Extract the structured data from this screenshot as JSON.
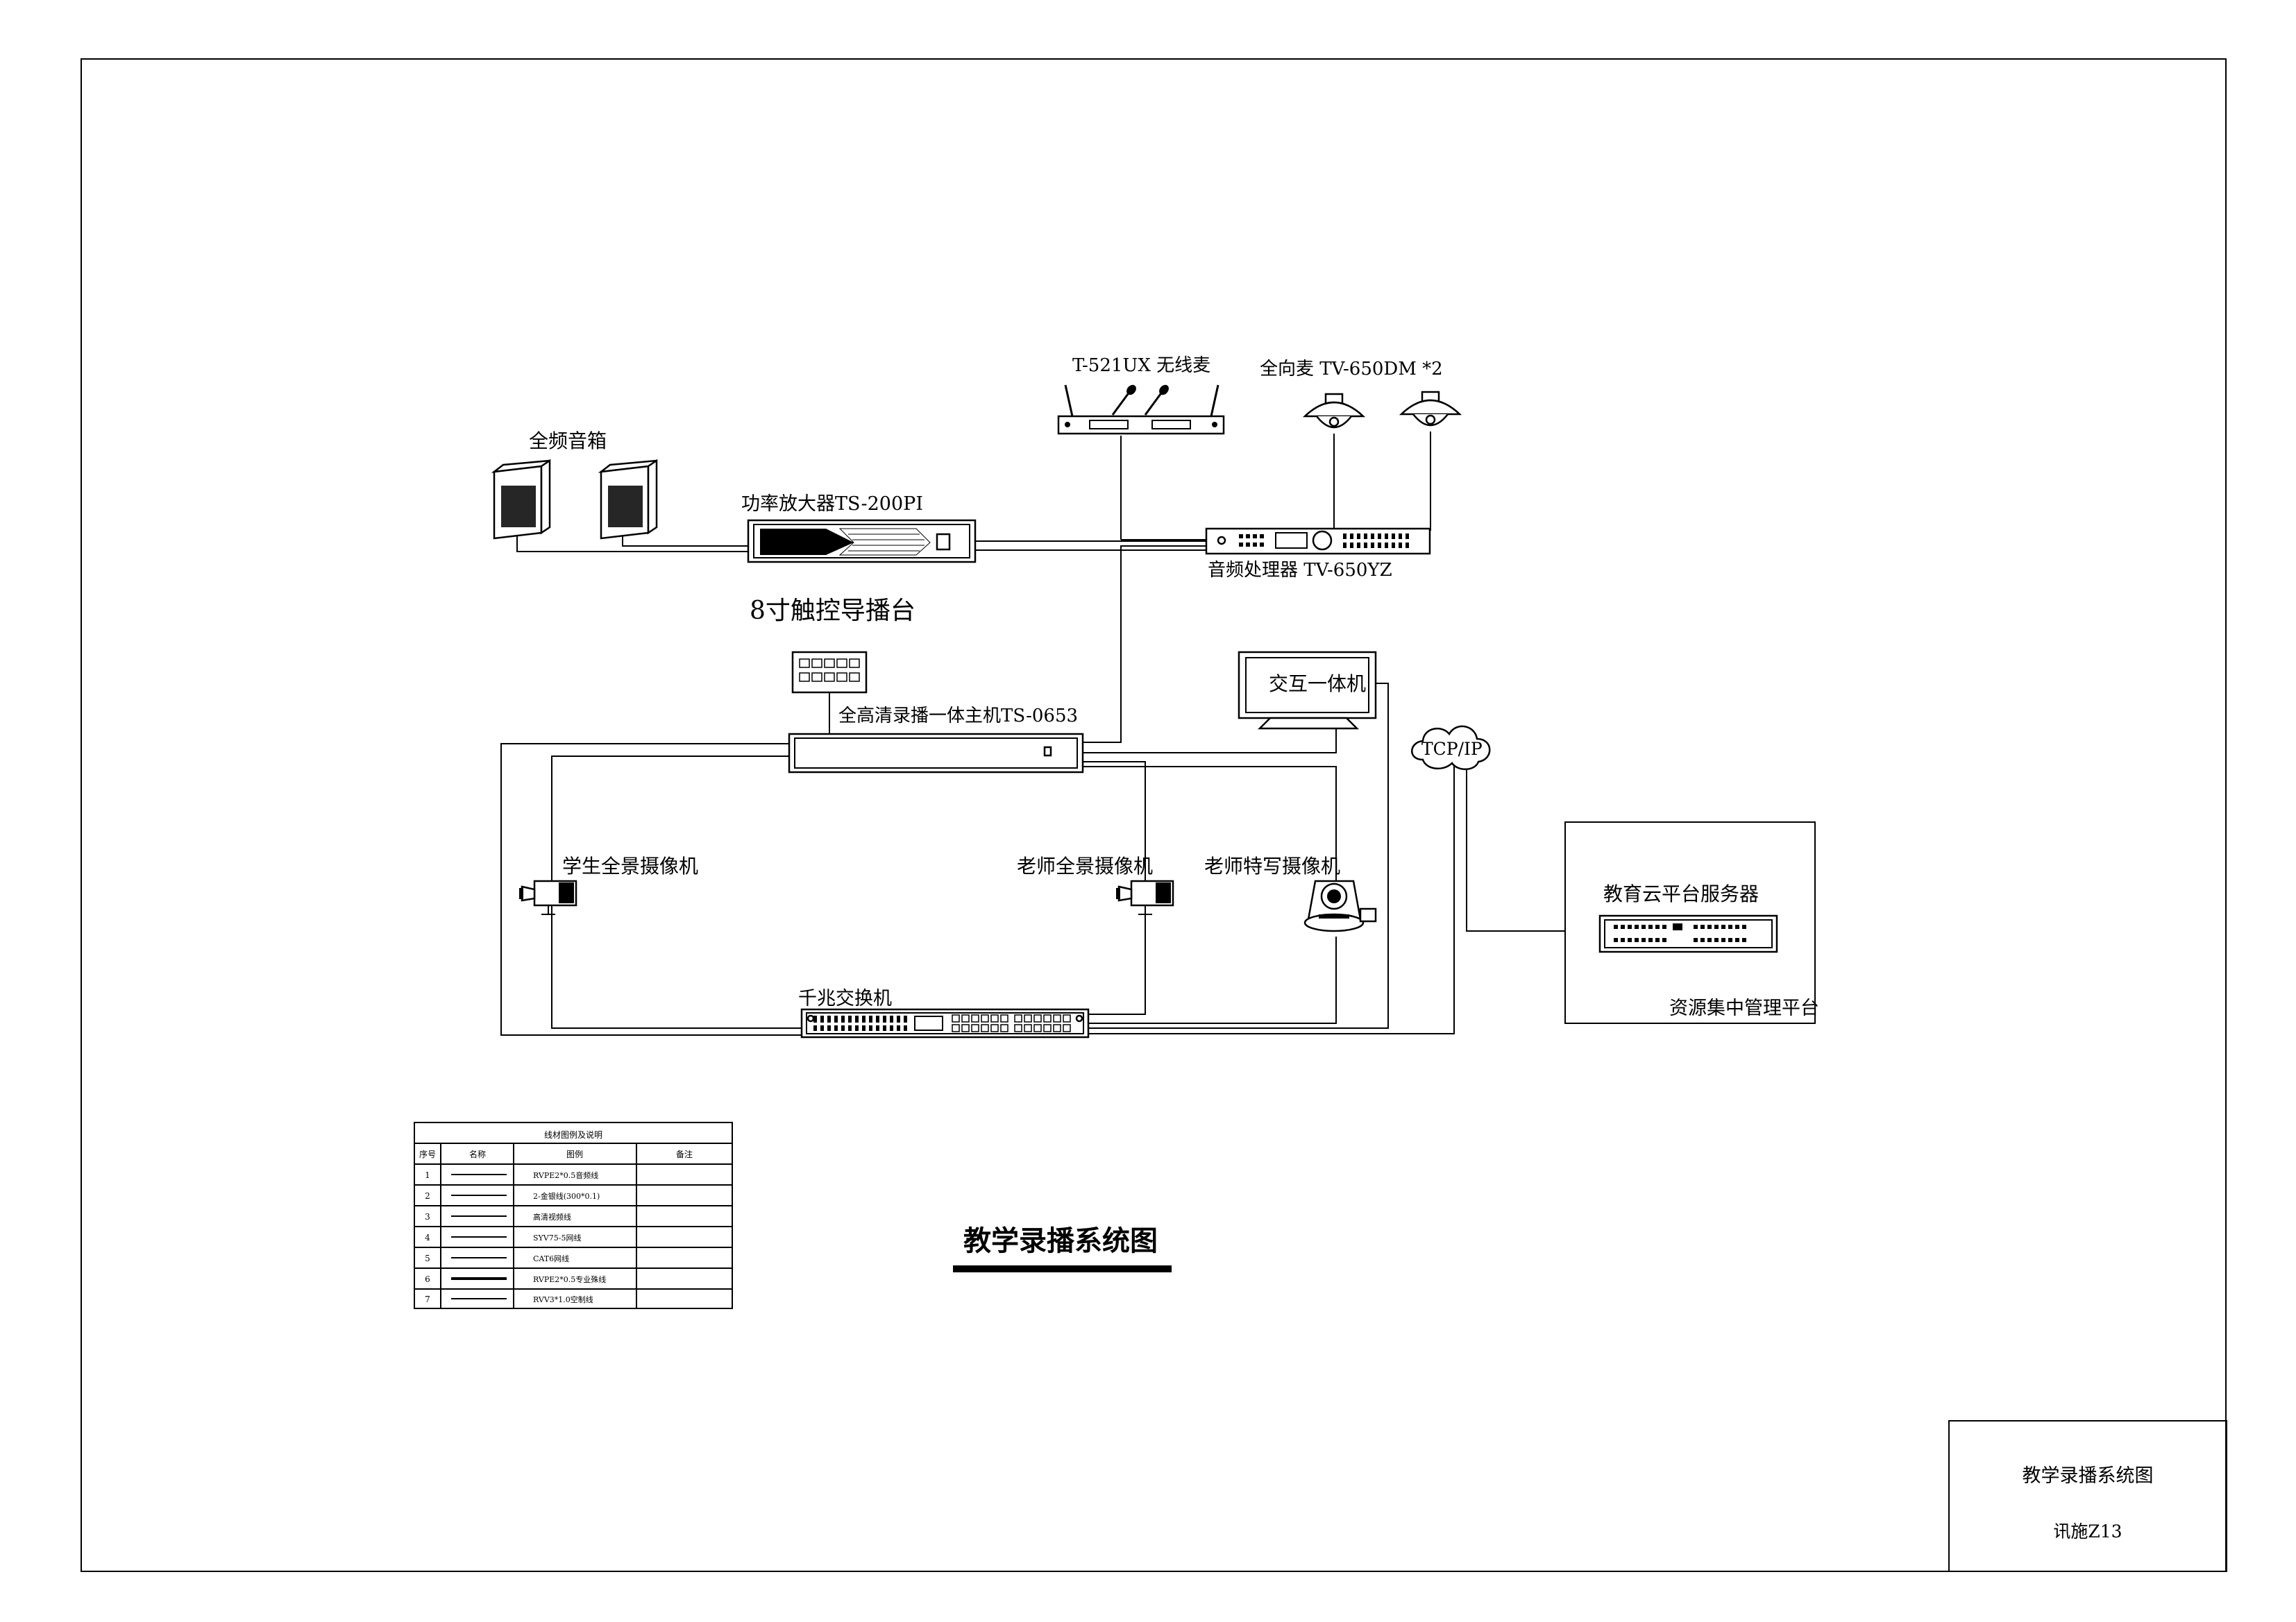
{
  "title": "教学录播系统图",
  "title_block": {
    "title": "教学录播系统图",
    "code": "讯施Z13"
  },
  "devices": {
    "wireless_mic": "T-521UX 无线麦",
    "omni_mic": "全向麦 TV-650DM *2",
    "speakers": "全频音箱",
    "amplifier": "功率放大器TS-200PI",
    "audio_processor": "音频处理器 TV-650YZ",
    "touch_console": "8寸触控导播台",
    "recorder_host": "全高清录播一体主机TS-0653",
    "interactive_display": "交互一体机",
    "network_cloud": "TCP/IP",
    "student_camera": "学生全景摄像机",
    "teacher_camera": "老师全景摄像机",
    "teacher_closeup_camera": "老师特写摄像机",
    "switch": "千兆交换机",
    "cloud_server": "教育云平台服务器",
    "resource_platform": "资源集中管理平台"
  },
  "legend": {
    "title": "线材图例及说明",
    "headers": [
      "序号",
      "名称",
      "图例",
      "备注"
    ],
    "rows": [
      {
        "no": "1",
        "desc": "RVPE2*0.5音频线",
        "note": ""
      },
      {
        "no": "2",
        "desc": "2-金银线(300*0.1)",
        "note": ""
      },
      {
        "no": "3",
        "desc": "高清视频线",
        "note": ""
      },
      {
        "no": "4",
        "desc": "SYV75-5网线",
        "note": ""
      },
      {
        "no": "5",
        "desc": "CAT6网线",
        "note": ""
      },
      {
        "no": "6",
        "desc": "RVPE2*0.5专业殊线",
        "note": ""
      },
      {
        "no": "7",
        "desc": "RVV3*1.0空制线",
        "note": ""
      }
    ]
  }
}
